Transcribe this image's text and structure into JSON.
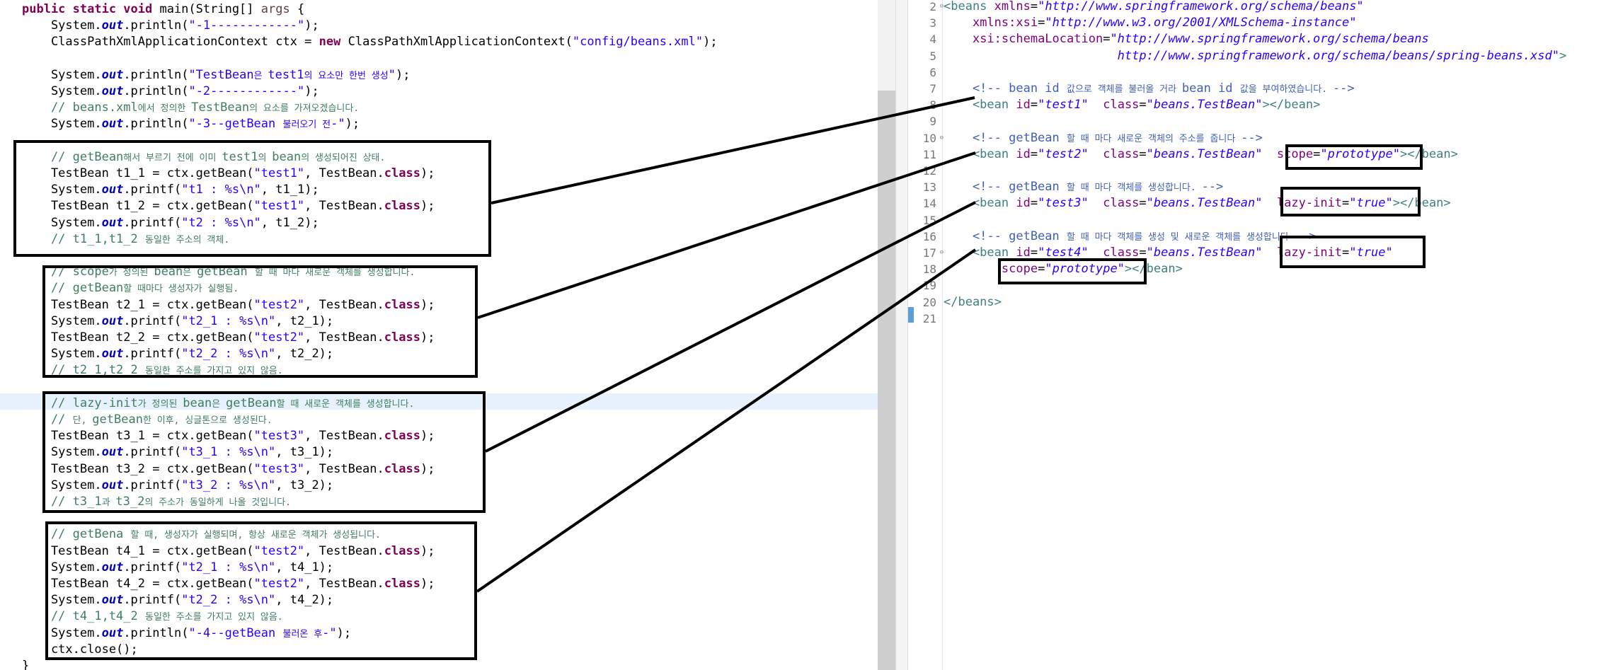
{
  "java": {
    "lines": [
      [
        [
          "kw",
          "public static void "
        ],
        [
          "",
          "main(String[] "
        ],
        [
          "pa",
          "args"
        ],
        [
          "",
          " {"
        ]
      ],
      [
        [
          "",
          "    System."
        ],
        [
          "fi",
          "out"
        ],
        [
          "",
          ".println("
        ],
        [
          "st",
          "\"-1------------\""
        ],
        [
          "",
          ");"
        ]
      ],
      [
        [
          "",
          "    ClassPathXmlApplicationContext ctx = "
        ],
        [
          "kw",
          "new "
        ],
        [
          "",
          "ClassPathXmlApplicationContext("
        ],
        [
          "st",
          "\"config/beans.xml\""
        ],
        [
          "",
          ");"
        ]
      ],
      [],
      [
        [
          "",
          "    System."
        ],
        [
          "fi",
          "out"
        ],
        [
          "",
          ".println("
        ],
        [
          "st",
          "\"TestBean"
        ],
        [
          "stk",
          "은 "
        ],
        [
          "st",
          "test1"
        ],
        [
          "stk",
          "의 요소만 한번 생성"
        ],
        [
          "st",
          "\""
        ],
        [
          "",
          ");"
        ]
      ],
      [
        [
          "",
          "    System."
        ],
        [
          "fi",
          "out"
        ],
        [
          "",
          ".println("
        ],
        [
          "st",
          "\"-2------------\""
        ],
        [
          "",
          ");"
        ]
      ],
      [
        [
          "cm",
          "    // beans.xml"
        ],
        [
          "cmk",
          "에서 정의한 "
        ],
        [
          "cm",
          "TestBean"
        ],
        [
          "cmk",
          "의 요소를 가져오겠습니다."
        ]
      ],
      [
        [
          "",
          "    System."
        ],
        [
          "fi",
          "out"
        ],
        [
          "",
          ".println("
        ],
        [
          "st",
          "\"-3--getBean "
        ],
        [
          "stk",
          "불러오기 전"
        ],
        [
          "st",
          "-\""
        ],
        [
          "",
          ");"
        ]
      ],
      [],
      [
        [
          "cm",
          "    // getBean"
        ],
        [
          "cmk",
          "해서 부르기 전에 이미 "
        ],
        [
          "cm",
          "test1"
        ],
        [
          "cmk",
          "의 "
        ],
        [
          "cm",
          "bean"
        ],
        [
          "cmk",
          "의 생성되어진 상태."
        ]
      ],
      [
        [
          "",
          "    TestBean t1_1 = ctx.getBean("
        ],
        [
          "st",
          "\"test1\""
        ],
        [
          "",
          ", TestBean."
        ],
        [
          "kw",
          "class"
        ],
        [
          "",
          ");"
        ]
      ],
      [
        [
          "",
          "    System."
        ],
        [
          "fi",
          "out"
        ],
        [
          "",
          ".printf("
        ],
        [
          "st",
          "\"t1 : %s\\n\""
        ],
        [
          "",
          ", t1_1);"
        ]
      ],
      [
        [
          "",
          "    TestBean t1_2 = ctx.getBean("
        ],
        [
          "st",
          "\"test1\""
        ],
        [
          "",
          ", TestBean."
        ],
        [
          "kw",
          "class"
        ],
        [
          "",
          ");"
        ]
      ],
      [
        [
          "",
          "    System."
        ],
        [
          "fi",
          "out"
        ],
        [
          "",
          ".printf("
        ],
        [
          "st",
          "\"t2 : %s\\n\""
        ],
        [
          "",
          ", t1_2);"
        ]
      ],
      [
        [
          "cm",
          "    // t1_1,t1_2 "
        ],
        [
          "cmk",
          "동일한 주소의 객체."
        ]
      ],
      [],
      [
        [
          "cm",
          "    // scope"
        ],
        [
          "cmk",
          "가 정의된 "
        ],
        [
          "cm",
          "bean"
        ],
        [
          "cmk",
          "은 "
        ],
        [
          "cm",
          "getBean "
        ],
        [
          "cmk",
          "할 때 마다 새로운 객체를 생성합니다."
        ]
      ],
      [
        [
          "cm",
          "    // getBean"
        ],
        [
          "cmk",
          "할 때마다 생성자가 실행됨."
        ]
      ],
      [
        [
          "",
          "    TestBean t2_1 = ctx.getBean("
        ],
        [
          "st",
          "\"test2\""
        ],
        [
          "",
          ", TestBean."
        ],
        [
          "kw",
          "class"
        ],
        [
          "",
          ");"
        ]
      ],
      [
        [
          "",
          "    System."
        ],
        [
          "fi",
          "out"
        ],
        [
          "",
          ".printf("
        ],
        [
          "st",
          "\"t2_1 : %s\\n\""
        ],
        [
          "",
          ", t2_1);"
        ]
      ],
      [
        [
          "",
          "    TestBean t2_2 = ctx.getBean("
        ],
        [
          "st",
          "\"test2\""
        ],
        [
          "",
          ", TestBean."
        ],
        [
          "kw",
          "class"
        ],
        [
          "",
          ");"
        ]
      ],
      [
        [
          "",
          "    System."
        ],
        [
          "fi",
          "out"
        ],
        [
          "",
          ".printf("
        ],
        [
          "st",
          "\"t2_2 : %s\\n\""
        ],
        [
          "",
          ", t2_2);"
        ]
      ],
      [
        [
          "cm",
          "    // t2_1,t2_2 "
        ],
        [
          "cmk",
          "동일한 주소를 가지고 있지 않음."
        ]
      ],
      [],
      [
        [
          "cm",
          "    // lazy-init"
        ],
        [
          "cmk",
          "가 정의된 "
        ],
        [
          "cm",
          "bean"
        ],
        [
          "cmk",
          "은 "
        ],
        [
          "cm",
          "getBean"
        ],
        [
          "cmk",
          "할 때 새로운 객체를 생성합니다."
        ]
      ],
      [
        [
          "cm",
          "    // "
        ],
        [
          "cmk",
          "단, "
        ],
        [
          "cm",
          "getBean"
        ],
        [
          "cmk",
          "한 이후, 싱글톤으로 생성된다."
        ]
      ],
      [
        [
          "",
          "    TestBean t3_1 = ctx.getBean("
        ],
        [
          "st",
          "\"test3\""
        ],
        [
          "",
          ", TestBean."
        ],
        [
          "kw",
          "class"
        ],
        [
          "",
          ");"
        ]
      ],
      [
        [
          "",
          "    System."
        ],
        [
          "fi",
          "out"
        ],
        [
          "",
          ".printf("
        ],
        [
          "st",
          "\"t3_1 : %s\\n\""
        ],
        [
          "",
          ", t3_1);"
        ]
      ],
      [
        [
          "",
          "    TestBean t3_2 = ctx.getBean("
        ],
        [
          "st",
          "\"test3\""
        ],
        [
          "",
          ", TestBean."
        ],
        [
          "kw",
          "class"
        ],
        [
          "",
          ");"
        ]
      ],
      [
        [
          "",
          "    System."
        ],
        [
          "fi",
          "out"
        ],
        [
          "",
          ".printf("
        ],
        [
          "st",
          "\"t3_2 : %s\\n\""
        ],
        [
          "",
          ", t3_2);"
        ]
      ],
      [
        [
          "cm",
          "    // t3_1"
        ],
        [
          "cmk",
          "과 "
        ],
        [
          "cm",
          "t3_2"
        ],
        [
          "cmk",
          "의 주소가 동일하게 나올 것입니다."
        ]
      ],
      [],
      [
        [
          "cm",
          "    // getBena "
        ],
        [
          "cmk",
          "할 때, 생성자가 실행되며, 항상 새로운 객체가 생성됩니다."
        ]
      ],
      [
        [
          "",
          "    TestBean t4_1 = ctx.getBean("
        ],
        [
          "st",
          "\"test2\""
        ],
        [
          "",
          ", TestBean."
        ],
        [
          "kw",
          "class"
        ],
        [
          "",
          ");"
        ]
      ],
      [
        [
          "",
          "    System."
        ],
        [
          "fi",
          "out"
        ],
        [
          "",
          ".printf("
        ],
        [
          "st",
          "\"t2_1 : %s\\n\""
        ],
        [
          "",
          ", t4_1);"
        ]
      ],
      [
        [
          "",
          "    TestBean t4_2 = ctx.getBean("
        ],
        [
          "st",
          "\"test2\""
        ],
        [
          "",
          ", TestBean."
        ],
        [
          "kw",
          "class"
        ],
        [
          "",
          ");"
        ]
      ],
      [
        [
          "",
          "    System."
        ],
        [
          "fi",
          "out"
        ],
        [
          "",
          ".printf("
        ],
        [
          "st",
          "\"t2_2 : %s\\n\""
        ],
        [
          "",
          ", t4_2);"
        ]
      ],
      [
        [
          "cm",
          "    // t4_1,t4_2 "
        ],
        [
          "cmk",
          "동일한 주소를 가지고 있지 않음."
        ]
      ],
      [
        [
          "",
          "    System."
        ],
        [
          "fi",
          "out"
        ],
        [
          "",
          ".println("
        ],
        [
          "st",
          "\"-4--getBean "
        ],
        [
          "stk",
          "불러온 후"
        ],
        [
          "st",
          "-\""
        ],
        [
          "",
          ");"
        ]
      ],
      [
        [
          "",
          "    ctx.close();"
        ]
      ],
      [
        [
          "",
          "}"
        ]
      ]
    ]
  },
  "xml": {
    "line_numbers": [
      "2",
      "3",
      "4",
      "5",
      "6",
      "7",
      "8",
      "9",
      "10",
      "11",
      "12",
      "13",
      "14",
      "15",
      "16",
      "17",
      "18",
      "19",
      "20",
      "21"
    ],
    "fold_markers": [
      "2",
      "10",
      "17"
    ],
    "lines": [
      [
        [
          "tg",
          "<beans "
        ],
        [
          "an",
          "xmlns"
        ],
        [
          "",
          "="
        ],
        [
          "av",
          "\"http://www.springframework.org/schema/beans\""
        ]
      ],
      [
        [
          "",
          "    "
        ],
        [
          "an",
          "xmlns:xsi"
        ],
        [
          "",
          "="
        ],
        [
          "av",
          "\"http://www.w3.org/2001/XMLSchema-instance\""
        ]
      ],
      [
        [
          "",
          "    "
        ],
        [
          "an",
          "xsi:schemaLocation"
        ],
        [
          "",
          "="
        ],
        [
          "av",
          "\"http://www.springframework.org/schema/beans"
        ]
      ],
      [
        [
          "av",
          "                        http://www.springframework.org/schema/beans/spring-beans.xsd\""
        ],
        [
          "tg",
          ">"
        ]
      ],
      [],
      [
        [
          "xc",
          "    <!-- bean id "
        ],
        [
          "xck",
          "값으로 객체를 불러올 거라 "
        ],
        [
          "xc",
          "bean id "
        ],
        [
          "xck",
          "값을 부여하였습니다. "
        ],
        [
          "xc",
          "-->"
        ]
      ],
      [
        [
          "tg",
          "    <bean "
        ],
        [
          "an",
          "id"
        ],
        [
          "",
          "="
        ],
        [
          "av",
          "\"test1\""
        ],
        [
          "",
          "  "
        ],
        [
          "an",
          "class"
        ],
        [
          "",
          "="
        ],
        [
          "av",
          "\"beans.TestBean\""
        ],
        [
          "tg",
          "></bean>"
        ]
      ],
      [],
      [
        [
          "xc",
          "    <!-- getBean "
        ],
        [
          "xck",
          "할 때 마다 새로운 객체의 주소를 줍니다 "
        ],
        [
          "xc",
          "-->"
        ]
      ],
      [
        [
          "tg",
          "    <bean "
        ],
        [
          "an",
          "id"
        ],
        [
          "",
          "="
        ],
        [
          "av",
          "\"test2\""
        ],
        [
          "",
          "  "
        ],
        [
          "an",
          "class"
        ],
        [
          "",
          "="
        ],
        [
          "av",
          "\"beans.TestBean\""
        ],
        [
          "",
          "  "
        ],
        [
          "an",
          "scope"
        ],
        [
          "",
          "="
        ],
        [
          "av",
          "\"prototype\""
        ],
        [
          "tg",
          "></bean>"
        ]
      ],
      [],
      [
        [
          "xc",
          "    <!-- getBean "
        ],
        [
          "xck",
          "할 때 마다 객체를 생성합니다. "
        ],
        [
          "xc",
          "-->"
        ]
      ],
      [
        [
          "tg",
          "    <bean "
        ],
        [
          "an",
          "id"
        ],
        [
          "",
          "="
        ],
        [
          "av",
          "\"test3\""
        ],
        [
          "",
          "  "
        ],
        [
          "an",
          "class"
        ],
        [
          "",
          "="
        ],
        [
          "av",
          "\"beans.TestBean\""
        ],
        [
          "",
          "  "
        ],
        [
          "an",
          "lazy-init"
        ],
        [
          "",
          "="
        ],
        [
          "av",
          "\"true\""
        ],
        [
          "tg",
          "></bean>"
        ]
      ],
      [],
      [
        [
          "xc",
          "    <!-- getBean "
        ],
        [
          "xck",
          "할 때 마다 객체를 생성 및 새로운 객체를 생성합니다 "
        ],
        [
          "xc",
          "-->"
        ]
      ],
      [
        [
          "tg",
          "    <bean "
        ],
        [
          "an",
          "id"
        ],
        [
          "",
          "="
        ],
        [
          "av",
          "\"test4\""
        ],
        [
          "",
          "  "
        ],
        [
          "an",
          "class"
        ],
        [
          "",
          "="
        ],
        [
          "av",
          "\"beans.TestBean\""
        ],
        [
          "",
          "  "
        ],
        [
          "an",
          "lazy-init"
        ],
        [
          "",
          "="
        ],
        [
          "av",
          "\"true\""
        ]
      ],
      [
        [
          "",
          "        "
        ],
        [
          "an",
          "scope"
        ],
        [
          "",
          "="
        ],
        [
          "av",
          "\"prototype\""
        ],
        [
          "tg",
          "></bean>"
        ]
      ],
      [],
      [
        [
          "tg",
          "</beans>"
        ]
      ],
      []
    ]
  }
}
